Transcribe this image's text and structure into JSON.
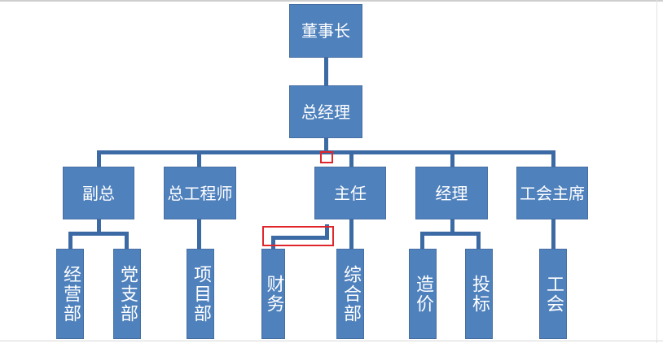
{
  "org": {
    "chairman": "董事长",
    "general_manager": "总经理",
    "level2": {
      "vice_gm": "副总",
      "chief_engineer": "总工程师",
      "director": "主任",
      "manager": "经理",
      "union_chair": "工会主席"
    },
    "level3": {
      "operations": "经营部",
      "party_branch": "党支部",
      "project": "项目部",
      "finance": "财务",
      "general_affairs": "综合部",
      "costing": "造价",
      "bidding": "投标",
      "union": "工会"
    }
  },
  "colors": {
    "box_fill": "#4f81bd",
    "connector": "#3c6aa4",
    "highlight": "#e0262a"
  }
}
